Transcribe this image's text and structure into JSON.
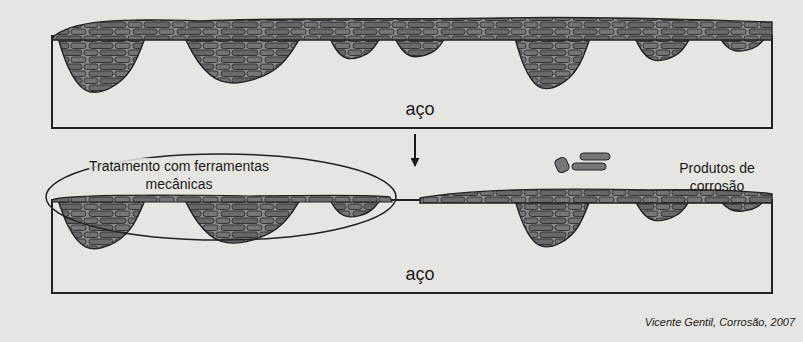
{
  "diagram": {
    "nodes": [
      {
        "text": [
          "aço"
        ]
      },
      {
        "text": [
          "aço"
        ]
      },
      {
        "text": [
          "Tratamento com ferramentas mecânicas"
        ]
      }
    ],
    "edges": [
      {
        "from": 0,
        "to": 1,
        "arrow": "to"
      }
    ],
    "labels": [
      "Produtos de corrosão",
      "Vicente Gentil, Corrosão, 2007"
    ]
  }
}
